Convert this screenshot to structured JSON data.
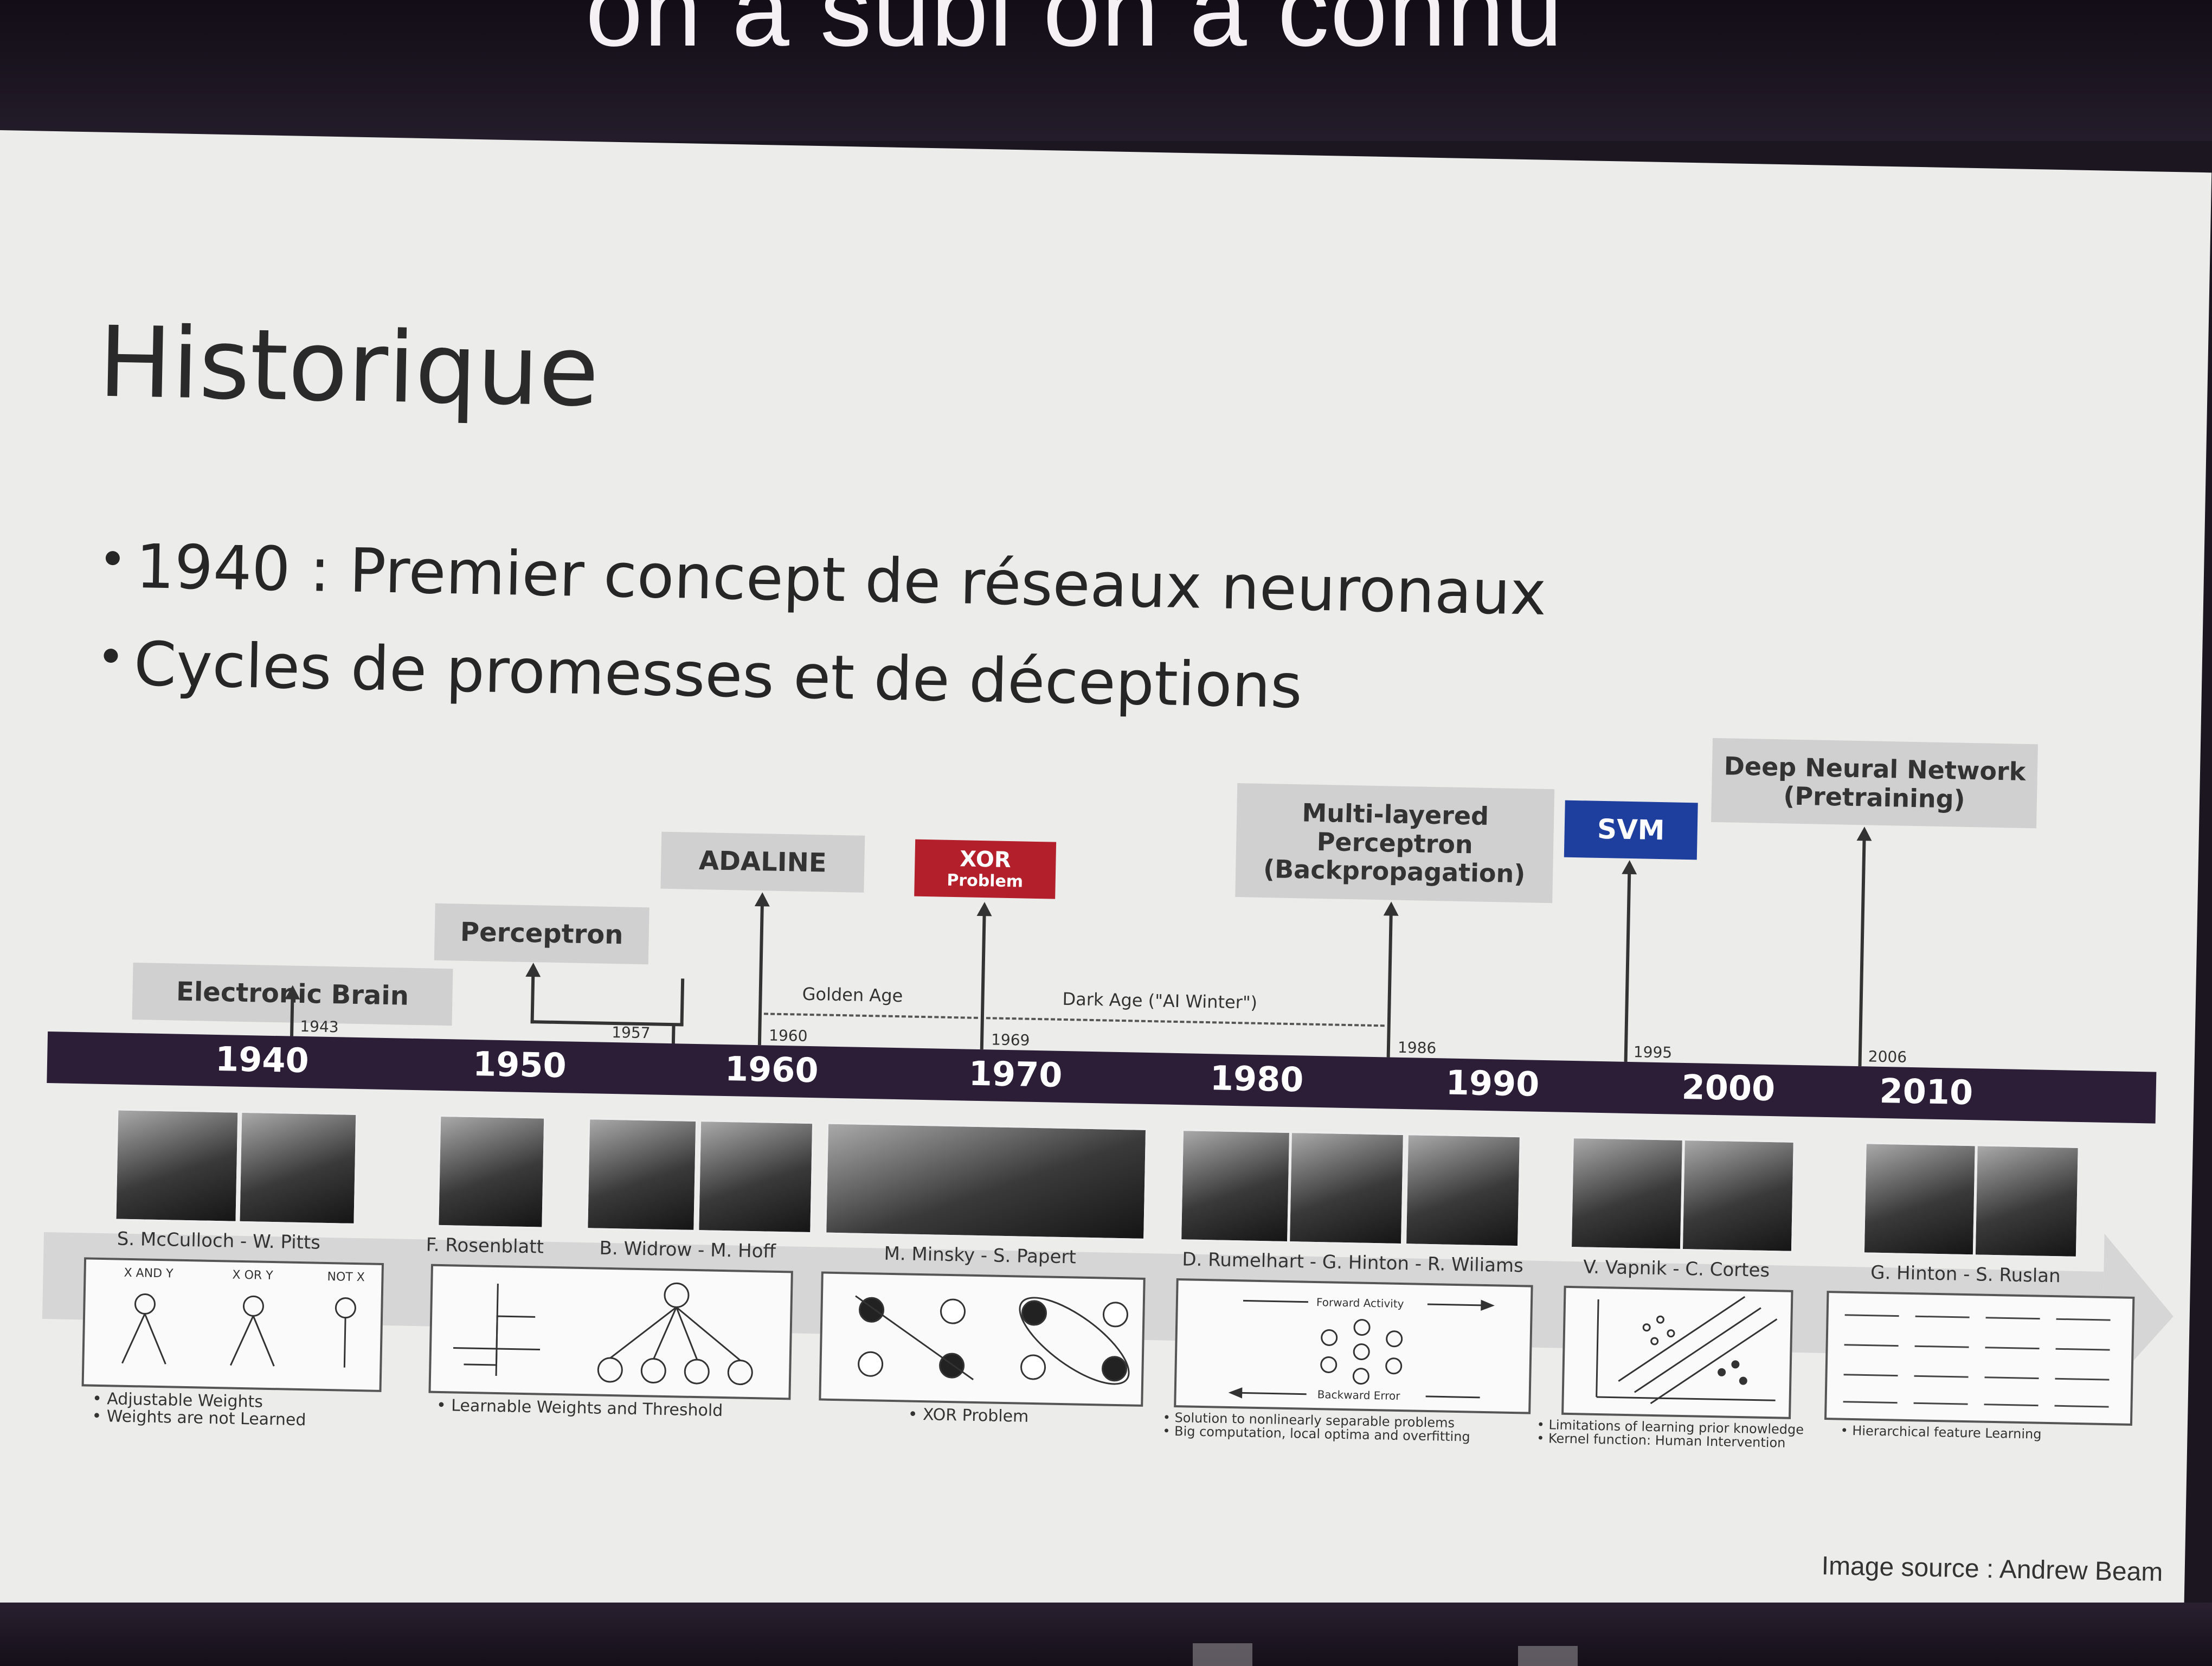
{
  "header_partial_text": "on a subi on a connu",
  "slide": {
    "title": "Historique",
    "bullets": [
      "1940 : Premier concept de réseaux neuronaux",
      "Cycles de promesses et de déceptions"
    ],
    "image_source": "Image source : Andrew Beam"
  },
  "timeline": {
    "decades": [
      "1940",
      "1950",
      "1960",
      "1970",
      "1980",
      "1990",
      "2000",
      "2010"
    ],
    "milestones": [
      {
        "year": "1943",
        "label": "Electronic Brain"
      },
      {
        "year": "1957",
        "label": "Perceptron"
      },
      {
        "year": "1960",
        "label": "ADALINE"
      },
      {
        "year": "1969",
        "label_line1": "XOR",
        "label_line2": "Problem"
      },
      {
        "year": "1986",
        "label_line1": "Multi-layered",
        "label_line2": "Perceptron",
        "label_line3": "(Backpropagation)"
      },
      {
        "year": "1995",
        "label": "SVM"
      },
      {
        "year": "2006",
        "label_line1": "Deep Neural Network",
        "label_line2": "(Pretraining)"
      }
    ],
    "eras": {
      "golden": "Golden Age",
      "dark": "Dark Age (\"AI Winter\")"
    },
    "captions": [
      "S. McCulloch - W. Pitts",
      "F. Rosenblatt",
      "B. Widrow - M. Hoff",
      "M. Minsky - S. Papert",
      "D. Rumelhart - G. Hinton - R. Wiliams",
      "V. Vapnik - C. Cortes",
      "G. Hinton - S. Ruslan"
    ],
    "diagram_labels": {
      "and": "X AND Y",
      "or": "X OR Y",
      "not": "NOT X",
      "forward": "Forward Activity",
      "backward": "Backward Error"
    },
    "notes": [
      {
        "line1": "• Adjustable Weights",
        "line2": "• Weights are not Learned"
      },
      {
        "line1": "• Learnable Weights and Threshold"
      },
      {
        "line1": "• XOR Problem"
      },
      {
        "line1": "• Solution to nonlinearly separable problems",
        "line2": "• Big computation, local optima and overfitting"
      },
      {
        "line1": "• Limitations of learning prior knowledge",
        "line2": "• Kernel function: Human Intervention"
      },
      {
        "line1": "• Hierarchical feature Learning"
      }
    ]
  },
  "colors": {
    "timeline_bar": "#2b1e36",
    "xor_box": "#b3202c",
    "svm_box": "#1f3f9e",
    "label_box": "#cfd0cf"
  }
}
